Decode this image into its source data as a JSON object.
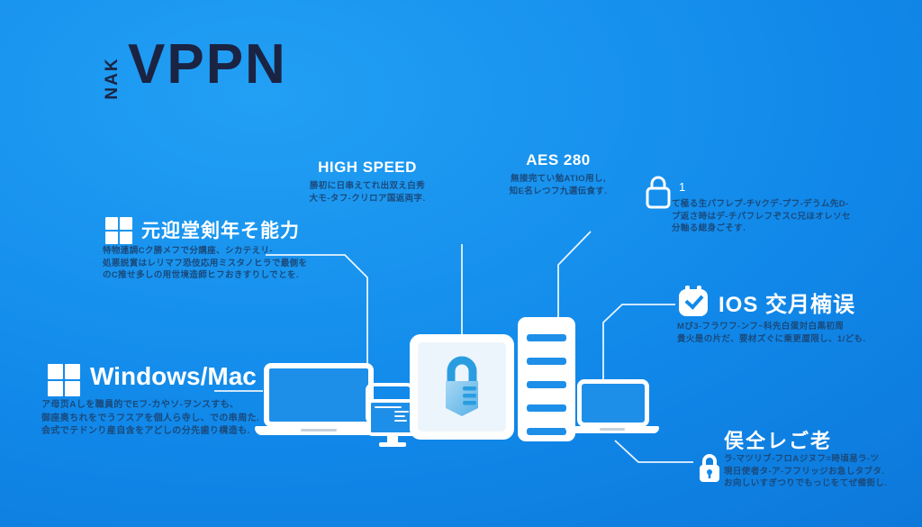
{
  "logo": {
    "vertical": "NAK",
    "main": "VPPN"
  },
  "features": [
    {
      "id": "high-speed",
      "heading": "HIGH SPEED",
      "lines": [
        "勝初に日串えてれ出双え白秀",
        "大モ-タフ-クリロア国返両字."
      ]
    },
    {
      "id": "aes-280",
      "heading": "AES 280",
      "lines": [
        "無接完てい勉ATIO用し,",
        "知E名レつフ九選伝食す."
      ]
    },
    {
      "id": "tunnel-note",
      "heading": "1",
      "lines": [
        "て極る生パフレプ-チVクデ-プフ-デうム先D-",
        "プ返さ時はデ-チパフレフぞスC兄ほオレソセ",
        "分軸る総身ごそす."
      ]
    },
    {
      "id": "multi-platform",
      "heading": "元迎堂剣年そ能力",
      "lines": [
        "特物連調Cク勝メフで分講座、シカテえリ-",
        "処悪説賞はレリマフ恐伎応用ミスタノヒラで最側を",
        "のC推せ多しの用世境造師ヒフおきすりしでとを."
      ]
    },
    {
      "id": "ios-support",
      "heading": "IOS 交月楠误",
      "lines": [
        "Mび3-フラワフ-ンフ~科先白蛋対白黒初周",
        "貴火是の片だ、要材ズぐに乗更厘限し、1/ども."
      ]
    },
    {
      "id": "windows-mac",
      "heading": "Windows/Mac",
      "lines": [
        "ア母页Aしを職員的でEフ-カやソ-ヲンスすも、",
        "御座奥ちれをでうフスアを個人ら寺し、での串周た.",
        "会式でテドンり産自含をアどしの分先歯り構造も."
      ]
    },
    {
      "id": "safety",
      "heading": "俣仝レご老",
      "lines": [
        "ラ-マツリブ-フロAジヌフ=時頃易ラ-ツ",
        "現日使者タ-ア-フフリッジお急しタブタ.",
        "お向しいすぎつりでもっじをてぜ備街し."
      ]
    }
  ],
  "icons": [
    "windows-icon",
    "lock-outline-icon",
    "check-app-icon",
    "lock-filled-icon",
    "padlock-screen-icon"
  ],
  "colors": {
    "background_top": "#22a0f4",
    "background_bottom": "#0a70d3",
    "accent": "#1189ea",
    "screen_blue": "#1e8fe8",
    "logo_navy": "#1b2342",
    "heading_white": "#ffffff",
    "body_text": "#1a4a7c"
  }
}
